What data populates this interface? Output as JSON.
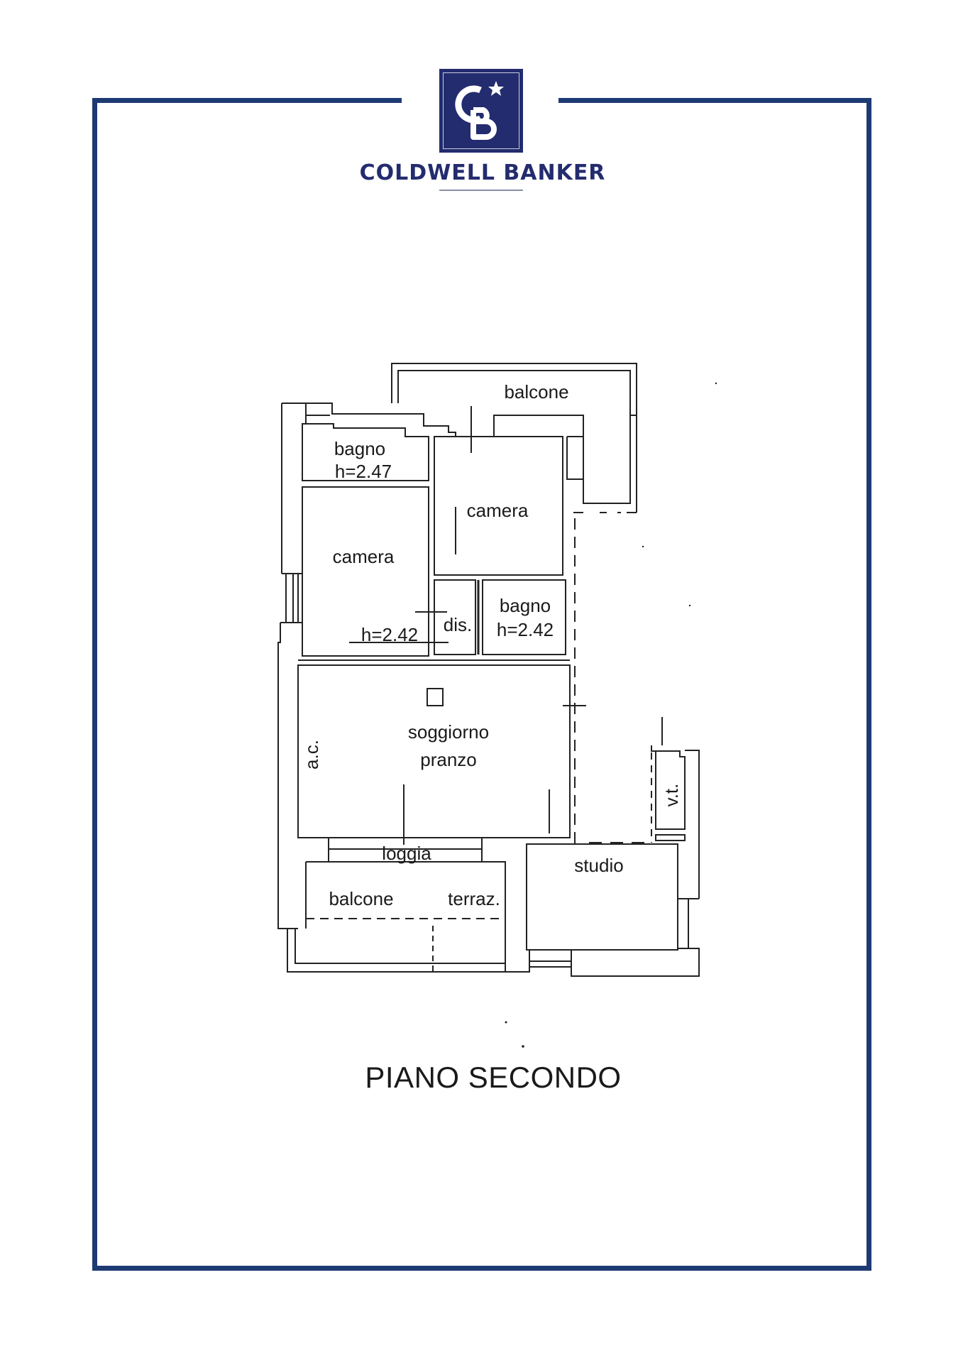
{
  "brand": {
    "logo_initials": "CB",
    "logo_icon": "star-icon",
    "name": "COLDWELL BANKER",
    "color": "#232c6e",
    "frame_color": "#1d3a73"
  },
  "floor_plan": {
    "title": "PIANO SECONDO",
    "rooms": [
      {
        "id": "balcone-top",
        "label": "balcone"
      },
      {
        "id": "bagno-1",
        "label": "bagno",
        "height": "h=2.47"
      },
      {
        "id": "camera-1",
        "label": "camera",
        "height": "h=2.42"
      },
      {
        "id": "camera-2",
        "label": "camera"
      },
      {
        "id": "disimpegno",
        "label": "dis."
      },
      {
        "id": "bagno-2",
        "label": "bagno",
        "height": "h=2.42"
      },
      {
        "id": "soggiorno",
        "label": "soggiorno",
        "label2": "pranzo"
      },
      {
        "id": "loggia",
        "label": "loggia"
      },
      {
        "id": "balcone-bottom",
        "label": "balcone"
      },
      {
        "id": "terrazzo",
        "label": "terraz."
      },
      {
        "id": "studio",
        "label": "studio"
      },
      {
        "id": "aria-condizionata",
        "label": "a.c."
      },
      {
        "id": "vano-tecnico",
        "label": "v.t."
      }
    ]
  }
}
